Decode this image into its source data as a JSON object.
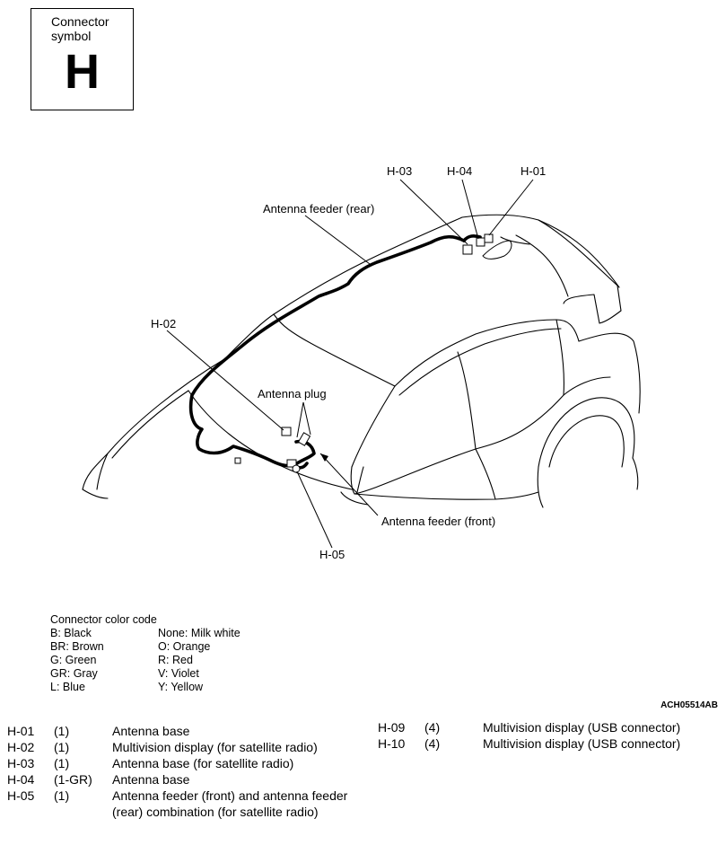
{
  "symbol": {
    "caption_line1": "Connector",
    "caption_line2": "symbol",
    "letter": "H"
  },
  "callouts": {
    "h03": "H-03",
    "h04": "H-04",
    "h01": "H-01",
    "h02": "H-02",
    "h05": "H-05",
    "feeder_rear": "Antenna feeder (rear)",
    "feeder_front": "Antenna feeder (front)",
    "antenna_plug": "Antenna plug"
  },
  "color_code": {
    "title": "Connector color code",
    "items": [
      {
        "left": "B: Black",
        "right": "None: Milk white"
      },
      {
        "left": "BR: Brown",
        "right": "O: Orange"
      },
      {
        "left": "G: Green",
        "right": "R: Red"
      },
      {
        "left": "GR: Gray",
        "right": "V: Violet"
      },
      {
        "left": "L: Blue",
        "right": "Y: Yellow"
      }
    ]
  },
  "figure_code": "ACH05514AB",
  "connectors_left": [
    {
      "id": "H-01",
      "pins": "(1)",
      "desc": "Antenna base"
    },
    {
      "id": "H-02",
      "pins": "(1)",
      "desc": "Multivision display (for satellite radio)"
    },
    {
      "id": "H-03",
      "pins": "(1)",
      "desc": "Antenna base (for satellite radio)"
    },
    {
      "id": "H-04",
      "pins": "(1-GR)",
      "desc": "Antenna base"
    },
    {
      "id": "H-05",
      "pins": "(1)",
      "desc": "Antenna feeder (front) and antenna feeder (rear) combination (for satellite radio)"
    }
  ],
  "connectors_right": [
    {
      "id": "H-09",
      "pins": "(4)",
      "desc": "Multivision display (USB connector)"
    },
    {
      "id": "H-10",
      "pins": "(4)",
      "desc": "Multivision display (USB connector)"
    }
  ]
}
